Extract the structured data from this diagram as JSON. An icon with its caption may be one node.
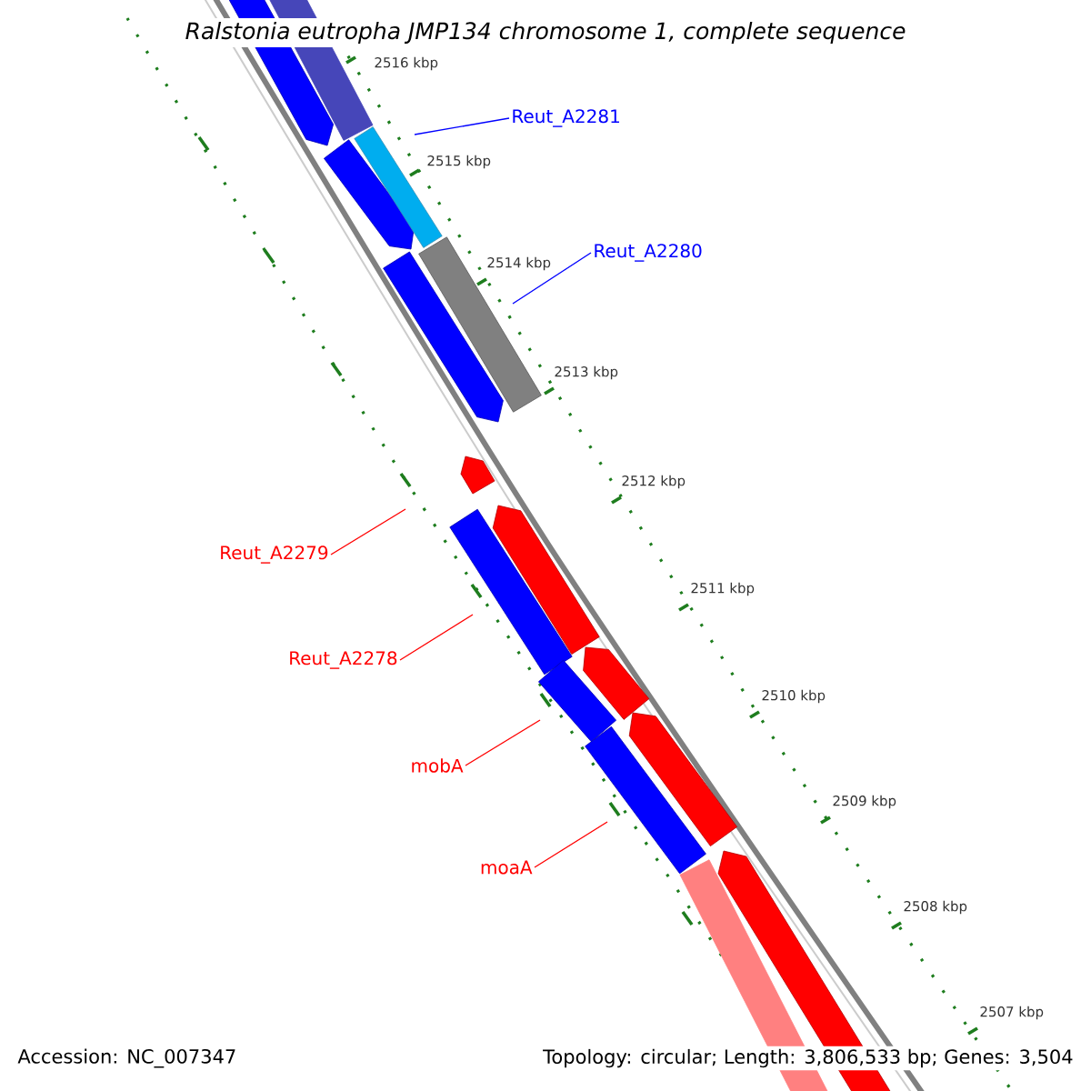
{
  "diagram": {
    "title": "Ralstonia eutropha JMP134 chromosome 1, complete sequence",
    "nodes": [
      {
        "text": [
          "Reut_A2281"
        ]
      },
      {
        "text": [
          "Reut_A2280"
        ]
      },
      {
        "text": [
          "Reut_A2279"
        ]
      },
      {
        "text": [
          "Reut_A2278"
        ]
      },
      {
        "text": [
          "mobA"
        ]
      },
      {
        "text": [
          "moaA"
        ]
      }
    ],
    "edges": [
      {
        "from": 0,
        "to": null,
        "arrow": "none",
        "color": "#0000ff"
      },
      {
        "from": 1,
        "to": null,
        "arrow": "none",
        "color": "#0000ff"
      },
      {
        "from": 2,
        "to": null,
        "arrow": "none"
      },
      {
        "from": 3,
        "to": null,
        "arrow": "none"
      },
      {
        "from": 4,
        "to": null,
        "arrow": "none"
      },
      {
        "from": 5,
        "to": null,
        "arrow": "none"
      }
    ],
    "labels": [
      "2516 kbp",
      "2515 kbp",
      "2514 kbp",
      "2513 kbp",
      "2512 kbp",
      "2511 kbp",
      "2510 kbp",
      "2509 kbp",
      "2508 kbp",
      "2507 kbp",
      "Accession: NC_007347",
      "Topology: circular; Length: 3,806,533 bp; Genes: 3,504"
    ]
  }
}
